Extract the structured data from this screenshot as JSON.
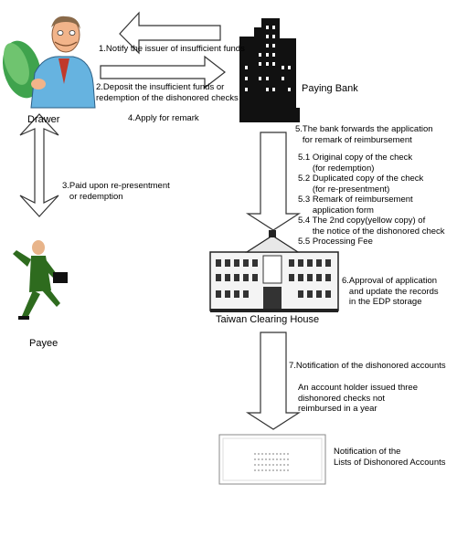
{
  "actors": {
    "drawer": "Drawer",
    "paying_bank": "Paying Bank",
    "payee": "Payee",
    "clearing_house": "Taiwan Clearing House"
  },
  "steps": {
    "s1": "1.Notify the issuer of insufficient funds",
    "s2": "2.Deposit the insufficient funds or\nredemption of the dishonored checks",
    "s3": "3.Paid upon re-presentment\n   or redemption",
    "s4": "4.Apply for remark",
    "s5": "5.The bank forwards the application\n   for remark of reimbursement",
    "s5_list": "5.1 Original copy of the check\n      (for redemption)\n5.2 Duplicated copy of the check\n      (for re-presentment)\n5.3 Remark of reimbursement\n      application form\n5.4 The 2nd copy(yellow copy) of\n      the notice of the dishonored check\n5.5 Processing Fee",
    "s6": "6.Approval of application\n   and update the records\n   in the EDP storage",
    "s7": "7.Notification of the dishonored accounts",
    "s7_note": "An account holder issued three\ndishonored checks not\nreimbursed in a year",
    "notification": "Notification of the\nLists of Dishonored Accounts"
  },
  "colors": {
    "arrow_fill": "#ffffff",
    "arrow_stroke": "#333333",
    "building_dark": "#111111",
    "figure_green": "#2e6b1e",
    "money_green": "#3fa34d",
    "shirt_blue": "#66b3e0"
  },
  "icons": {
    "drawer": "man-counting-money-icon",
    "paying_bank": "skyscraper-icon",
    "payee": "running-businessman-icon",
    "clearing_house": "clearing-house-building-icon",
    "notification": "document-list-icon"
  }
}
